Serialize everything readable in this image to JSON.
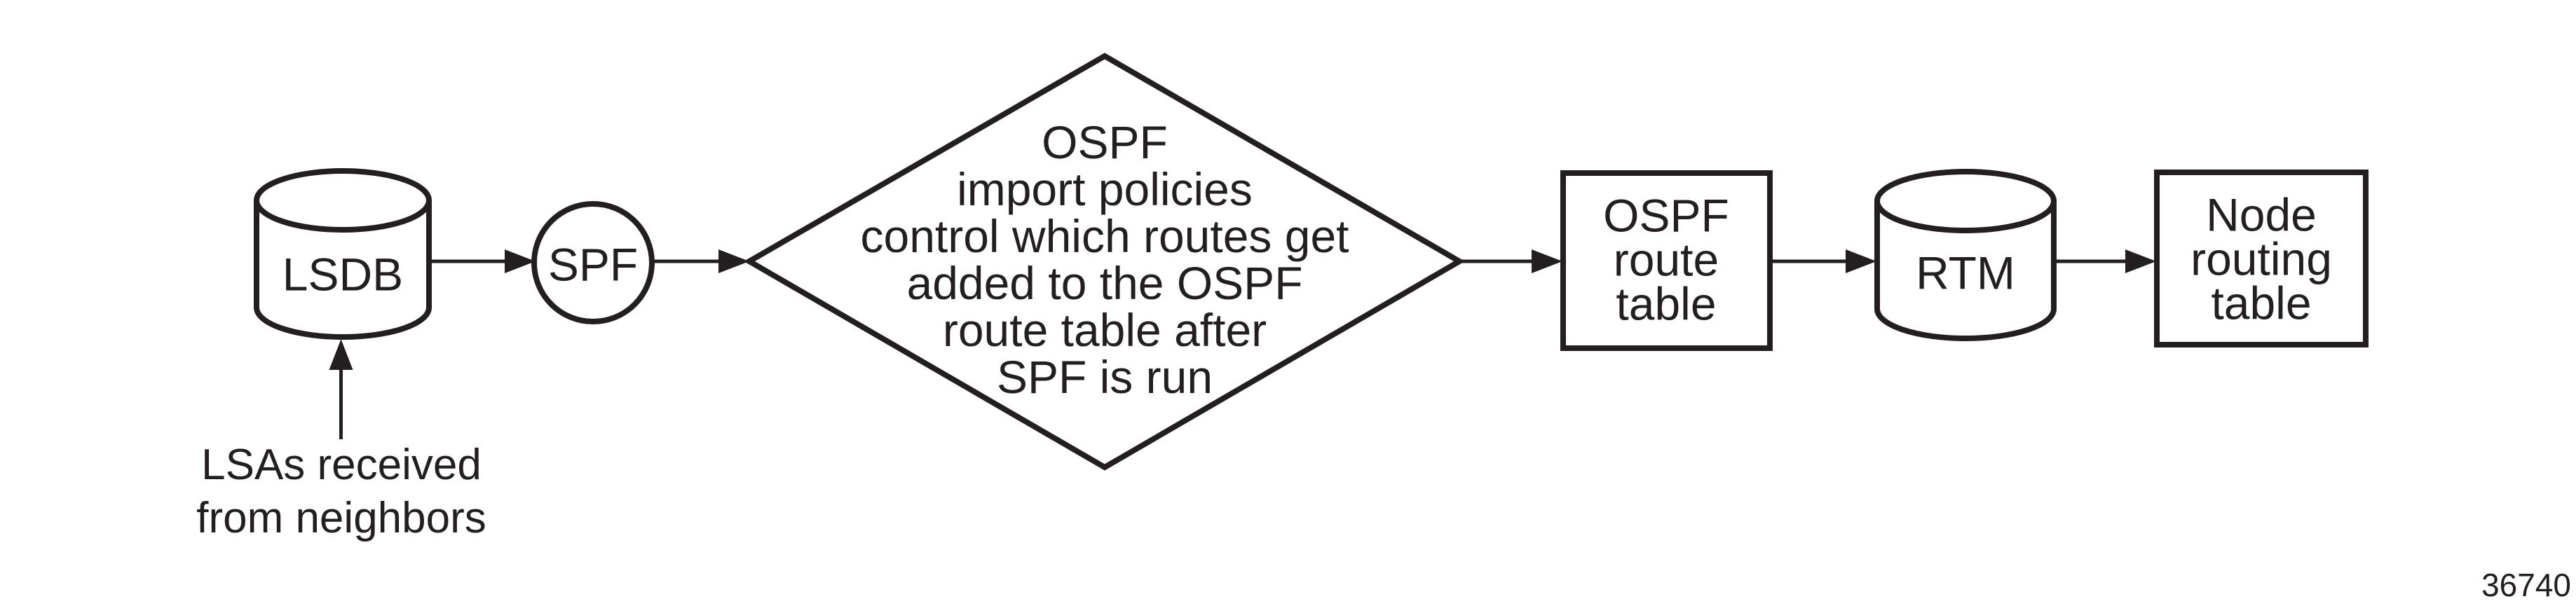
{
  "colors": {
    "ink": "#231f20",
    "background": "#ffffff"
  },
  "nodes": {
    "lsdb": {
      "shape": "cylinder",
      "label": "LSDB"
    },
    "spf": {
      "shape": "circle",
      "label": "SPF"
    },
    "import_policy_decision": {
      "shape": "diamond",
      "lines": [
        "OSPF",
        "import policies",
        "control which routes get",
        "added to the OSPF",
        "route table after",
        "SPF is run"
      ]
    },
    "ospf_route_table": {
      "shape": "rectangle",
      "lines": [
        "OSPF",
        "route",
        "table"
      ]
    },
    "rtm": {
      "shape": "cylinder",
      "label": "RTM"
    },
    "node_routing_table": {
      "shape": "rectangle",
      "lines": [
        "Node",
        "routing",
        "table"
      ]
    }
  },
  "annotations": {
    "lsa_input": {
      "lines": [
        "LSAs received",
        "from neighbors"
      ]
    },
    "figure_number": "36740"
  },
  "edges": [
    {
      "from": "LSAs received from neighbors",
      "to": "LSDB"
    },
    {
      "from": "LSDB",
      "to": "SPF"
    },
    {
      "from": "SPF",
      "to": "OSPF import policies decision"
    },
    {
      "from": "OSPF import policies decision",
      "to": "OSPF route table"
    },
    {
      "from": "OSPF route table",
      "to": "RTM"
    },
    {
      "from": "RTM",
      "to": "Node routing table"
    }
  ]
}
